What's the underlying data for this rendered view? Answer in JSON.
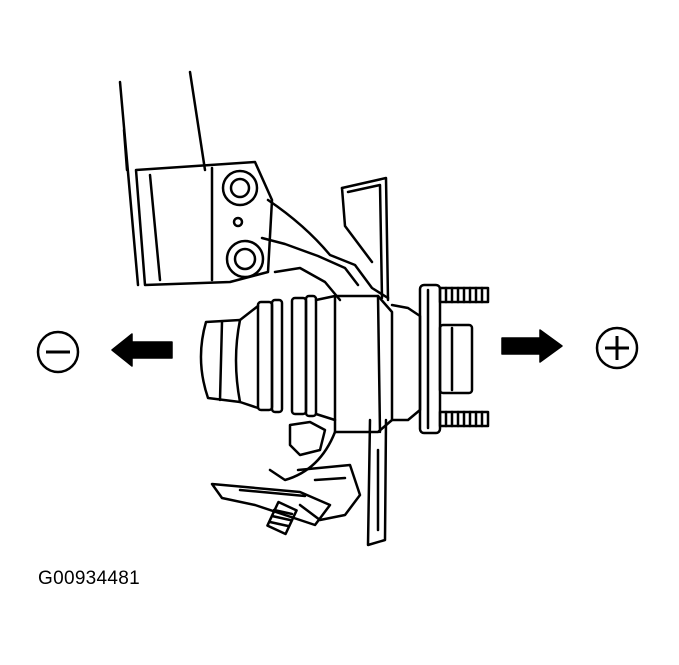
{
  "figure": {
    "code": "G00934481",
    "left_indicator": "minus-sign",
    "right_indicator": "plus-sign"
  },
  "colors": {
    "line": "#000000",
    "background": "#ffffff"
  }
}
